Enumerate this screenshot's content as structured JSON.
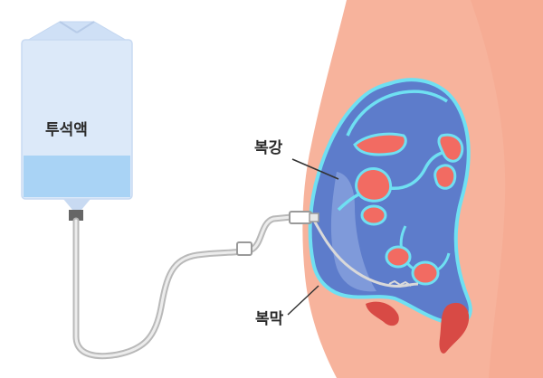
{
  "labels": {
    "dialysate_bag": "투석액",
    "peritoneal_cavity": "복강",
    "peritoneum": "복막"
  },
  "colors": {
    "skin": "#f7b39c",
    "skin_shadow": "#f3a48b",
    "cavity_blue": "#5d7ccb",
    "cavity_light": "#8ea6df",
    "membrane_outline": "#6fe0f2",
    "organ_red": "#f26b62",
    "organ_dark": "#d84a45",
    "bag_fill": "#dce9f9",
    "fluid": "#a9d3f5",
    "tube": "#b9b9b9"
  },
  "icons": [
    "dialysis-bag-icon",
    "catheter-tube-icon",
    "abdomen-cross-section-icon",
    "organ-icon"
  ]
}
